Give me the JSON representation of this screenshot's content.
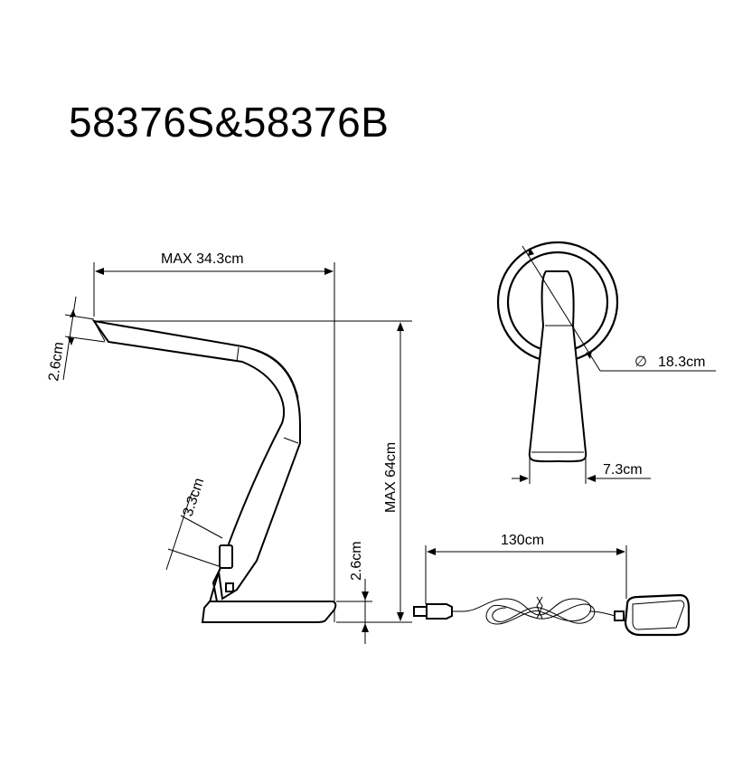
{
  "title": "58376S&58376B",
  "dimensions": {
    "max_width": "MAX 34.3cm",
    "head_thickness": "2.6cm",
    "max_height": "MAX 64cm",
    "switch_height": "3.3cm",
    "base_thickness": "2.6cm",
    "base_diameter_symbol": "∅",
    "base_diameter": "18.3cm",
    "neck_width": "7.3cm",
    "cable_length": "130cm"
  }
}
